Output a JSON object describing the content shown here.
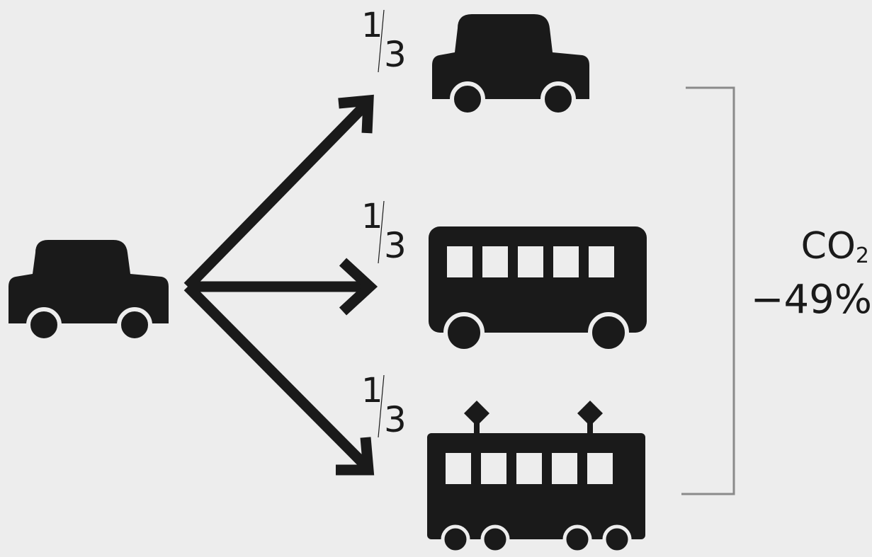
{
  "diagram": {
    "source_vehicle": "car-icon",
    "branches": [
      {
        "share": {
          "numerator": "1",
          "denominator": "3"
        },
        "vehicle": "car-icon"
      },
      {
        "share": {
          "numerator": "1",
          "denominator": "3"
        },
        "vehicle": "bus-icon"
      },
      {
        "share": {
          "numerator": "1",
          "denominator": "3"
        },
        "vehicle": "tram-icon"
      }
    ],
    "result": {
      "co2_label": "CO",
      "co2_subscript": "2",
      "change": "−49%"
    },
    "colors": {
      "ink": "#1a1a1a",
      "background": "#ededed",
      "bracket": "#8a8a8a"
    }
  }
}
